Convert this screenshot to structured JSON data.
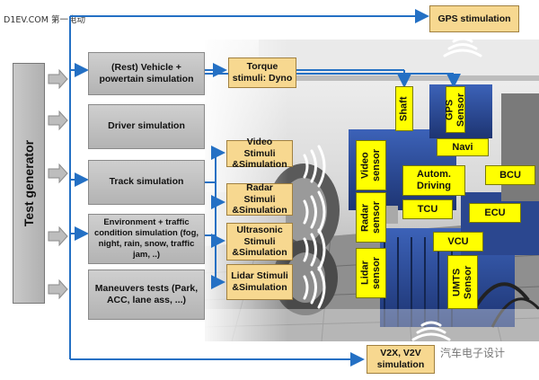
{
  "watermark_top": "D1EV.COM 第一电动",
  "watermark_bottom": "汽车电子设计",
  "test_generator": "Test generator",
  "gray_boxes": {
    "rest_vehicle": "(Rest) Vehicle + powertain simulation",
    "driver": "Driver simulation",
    "track": "Track simulation",
    "environment": "Environment + traffic condition simulation (fog, night, rain, snow, traffic jam, ..)",
    "maneuvers": "Maneuvers tests (Park, ACC, lane ass, ...)"
  },
  "orange_boxes": {
    "gps": "GPS stimulation",
    "torque": "Torque stimuli: Dyno",
    "video": "Video Stimuli &Simulation",
    "radar": "Radar Stimuli &Simulation",
    "ultrasonic": "Ultrasonic Stimuli &Simulation",
    "lidar": "Lidar Stimuli &Simulation",
    "v2v": "V2X, V2V simulation"
  },
  "yellow_boxes": {
    "shaft": "Shaft",
    "gps_sensor": "GPS Sensor",
    "navi": "Navi",
    "video_sensor": "Video sensor",
    "autom_driving": "Autom. Driving",
    "bcu": "BCU",
    "tcu": "TCU",
    "ecu": "ECU",
    "radar_sensor": "Radar sensor",
    "vcu": "VCU",
    "lidar_sensor": "Lidar sensor",
    "umts_sensor": "UMTS Sensor"
  },
  "colors": {
    "arrow_blue": "#2470c4",
    "orange_fill": "#f7d890",
    "yellow_fill": "#ffff00",
    "gray_fill": "#c4c4c4"
  }
}
